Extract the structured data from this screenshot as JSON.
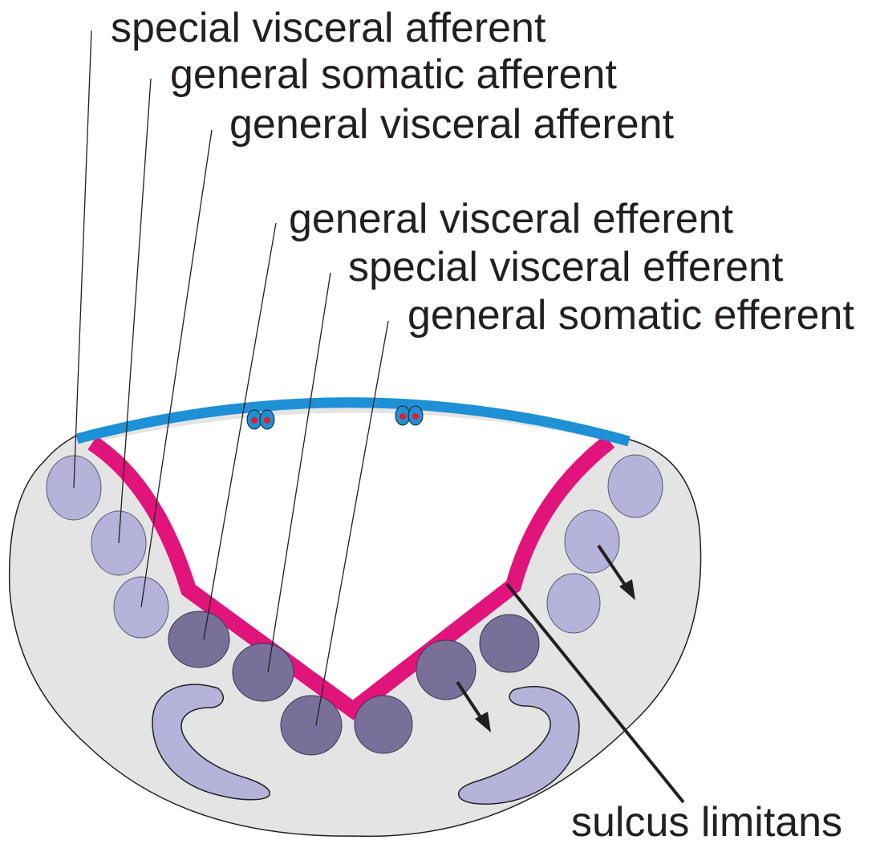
{
  "labels": {
    "special_visceral_afferent": "special visceral afferent",
    "general_somatic_afferent": "general somatic afferent",
    "general_visceral_afferent": "general visceral afferent",
    "general_visceral_efferent": "general visceral efferent",
    "special_visceral_efferent": "special visceral efferent",
    "general_somatic_efferent": "general somatic efferent",
    "sulcus_limitans": "sulcus limitans"
  },
  "colors": {
    "background": "#ffffff",
    "tissue": "#e4e4e4",
    "roof_plate": "#1e90d6",
    "ventricle_lining": "#e0147a",
    "afferent_nucleus": "#b5b3d9",
    "efferent_nucleus": "#787098",
    "choroid_vessel": "#e31e24",
    "text_and_lines": "#231f20"
  }
}
